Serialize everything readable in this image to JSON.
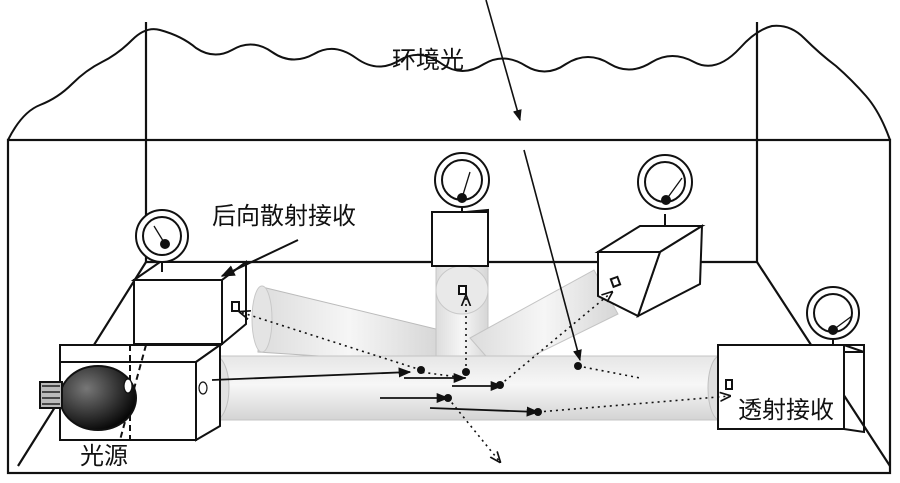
{
  "labels": {
    "ambient_light": "环境光",
    "backscatter_receiver": "后向散射接收",
    "light_source": "光源",
    "transmission_receiver": "透射接收"
  }
}
